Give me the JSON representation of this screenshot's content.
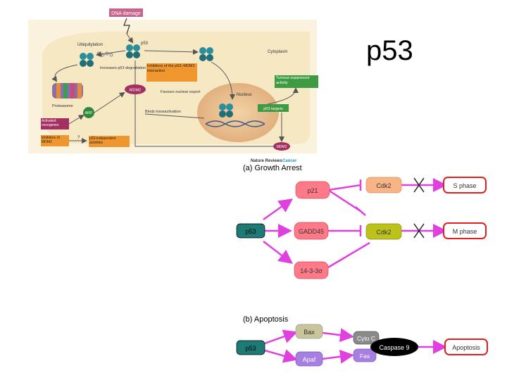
{
  "slide": {
    "title": "p53"
  },
  "figure1": {
    "dna_damage": "DNA damage",
    "p53": "p53",
    "ubiquitylation": "Ubiquitylation",
    "cytoplasm": "Cytoplasm",
    "increases_degradation": "Increases p53 degradation",
    "inhibitors_mdm2_interaction": "Inhibitors of the p53–MDM2 interaction",
    "tumour_suppressor": "Tumour-suppressor activity",
    "mdm2": "MDM2",
    "favours_export": "Favours nuclear export",
    "nucleus": "Nucleus",
    "proteasome": "Proteasome",
    "arf": "ARF",
    "binds_transactivation": "Binds transactivation",
    "p53_targets": "p53 targets",
    "activated_oncogenes": "Activated oncogenes",
    "inhibitors_of_mdm2": "Inhibitors of MDM2",
    "question": "?",
    "p53_independent": "p53-independent activities",
    "mdm2_bottom": "MDM2",
    "credit_nature": "Nature Reviews",
    "credit_cancer": "Cancer"
  },
  "figure2": {
    "a_title": "(a) Growth Arrest",
    "p53": "p53",
    "p21": "p21",
    "gadd45": "GADD45",
    "s1433": "14-3-3σ",
    "cdk2_top": "Cdk2",
    "cdk2_bottom": "Cdk2",
    "s_phase": "S phase",
    "m_phase": "M phase",
    "b_title": "(b) Apoptosis",
    "bax": "Bax",
    "apaf": "Apaf",
    "cyto_c": "Cyto C",
    "fas": "Fas",
    "caspase9": "Caspase 9",
    "apoptosis": "Apoptosis"
  }
}
